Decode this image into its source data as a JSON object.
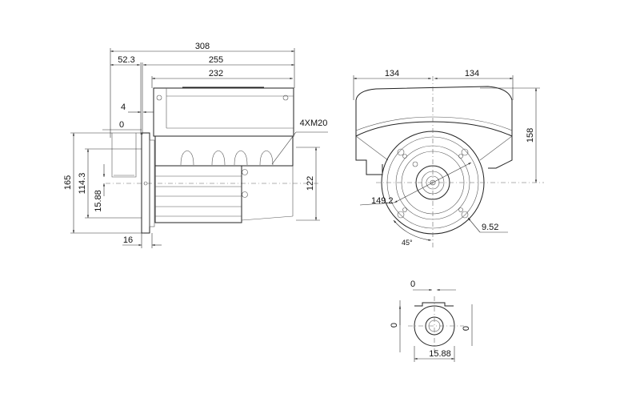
{
  "drawing": {
    "side_view": {
      "dimensions": {
        "overall_length": "308",
        "flange_offset": "52.3",
        "body_length": "255",
        "terminal_box_length": "232",
        "flange_gap": "4",
        "shaft_ref": "0",
        "flange_height": "165",
        "pilot_diameter": "114.3",
        "shaft_diameter": "15.88",
        "shaft_height": "122",
        "flange_thickness": "16",
        "cable_entries": "4XM20"
      }
    },
    "front_view": {
      "dimensions": {
        "half_width_left": "134",
        "half_width_right": "134",
        "height": "158",
        "bolt_circle": "149.2",
        "bolt_hole": "9.52",
        "angle": "45°"
      }
    },
    "shaft_end_view": {
      "dimensions": {
        "key_top": "0",
        "key_left": "0",
        "key_right": "0",
        "shaft_diameter": "15.88"
      }
    }
  }
}
